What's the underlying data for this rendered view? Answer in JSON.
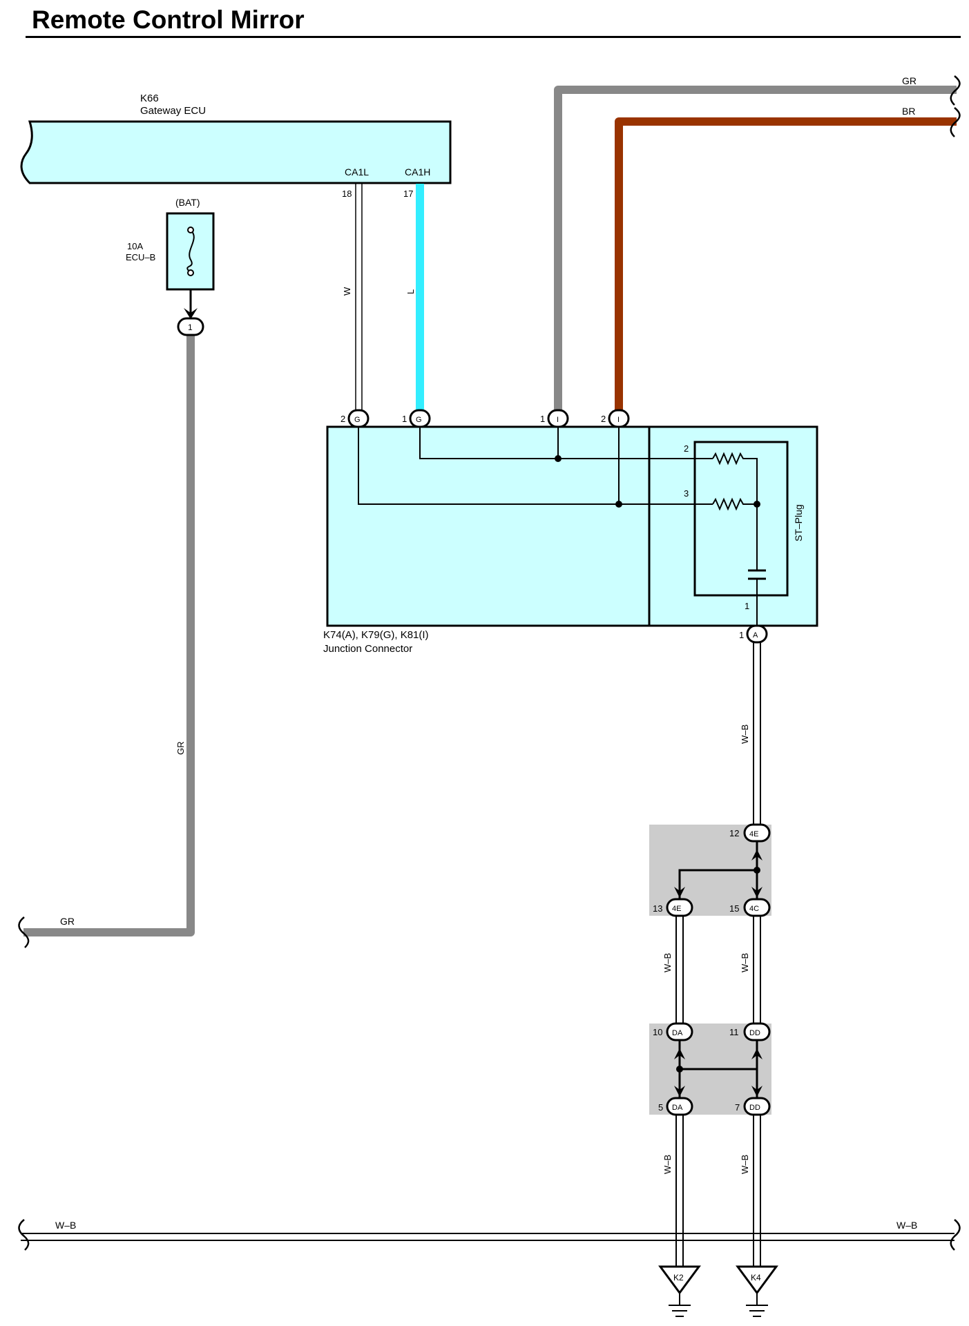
{
  "title": "Remote Control Mirror",
  "colors": {
    "panel_fill": "#ccffff",
    "wire_GR": "#888888",
    "wire_BR": "#993300",
    "wire_L": "#33eeff",
    "shade": "#cccccc"
  },
  "gateway_ecu": {
    "code": "K66",
    "name": "Gateway ECU",
    "pin_ca1l": "CA1L",
    "pin_ca1h": "CA1H",
    "pin_18": "18",
    "pin_17": "17"
  },
  "fuse": {
    "source": "(BAT)",
    "rating": "10A",
    "name": "ECU–B",
    "connector_pin": "1"
  },
  "wires": {
    "w": "W",
    "l": "L",
    "gr": "GR",
    "br": "BR",
    "wb": "W–B"
  },
  "junction_connector": {
    "codes": "K74(A), K79(G), K81(I)",
    "name": "Junction Connector",
    "st_plug": "ST–Plug",
    "pin_g2": "2",
    "pin_g1": "1",
    "pin_i1": "1",
    "pin_i2": "2",
    "g": "G",
    "i": "I",
    "a": "A",
    "inner_2": "2",
    "inner_3": "3",
    "inner_1": "1",
    "pin_a1": "1"
  },
  "connectors": {
    "c12": "12",
    "c4e": "4E",
    "c13": "13",
    "c4e_b": "4E",
    "c15": "15",
    "c4c": "4C",
    "c10": "10",
    "cda": "DA",
    "c11": "11",
    "cdd": "DD",
    "c5": "5",
    "cda_b": "DA",
    "c7": "7",
    "cdd_b": "DD"
  },
  "grounds": {
    "k2": "K2",
    "k4": "K4"
  }
}
